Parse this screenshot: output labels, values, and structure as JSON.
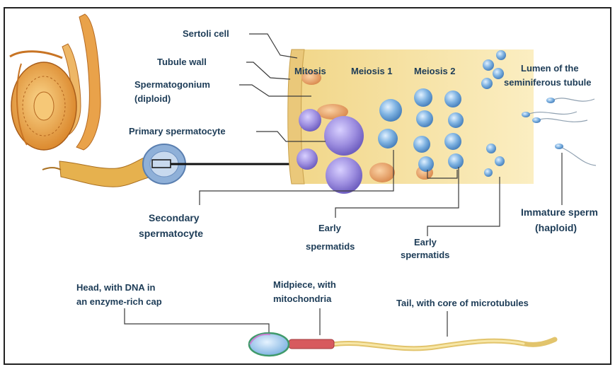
{
  "labels": {
    "sertoli_cell": "Sertoli cell",
    "tubule_wall": "Tubule wall",
    "spermatogonium": "Spermatogonium",
    "diploid": "(diploid)",
    "primary_spermatocyte": "Primary spermatocyte",
    "mitosis": "Mitosis",
    "meiosis1": "Meiosis 1",
    "meiosis2": "Meiosis 2",
    "lumen_line1": "Lumen of the",
    "lumen_line2": "seminiferous tubule",
    "secondary_line1": "Secondary",
    "secondary_line2": "spermatocyte",
    "early1_line1": "Early",
    "early1_line2": "spermatids",
    "early2_line1": "Early",
    "early2_line2": "spermatids",
    "immature_line1": "Immature sperm",
    "immature_line2": "(haploid)",
    "head_line1": "Head, with DNA in",
    "head_line2": "an enzyme-rich cap",
    "midpiece_line1": "Midpiece, with",
    "midpiece_line2": "mitochondria",
    "tail": "Tail, with core of microtubules"
  },
  "colors": {
    "label_text": "#1d3c57",
    "leader_line": "#3a3a3a",
    "tubule_background": "#f6e2a0",
    "cell_purple": "#8f7fd8",
    "cell_blue": "#6fa7d8",
    "sertoli_orange": "#e4a06a",
    "testis_orange": "#e89a3a",
    "sperm_head": "#9fc7ec",
    "midpiece_red": "#d9555a",
    "tail_yellow": "#f0dc8c"
  }
}
